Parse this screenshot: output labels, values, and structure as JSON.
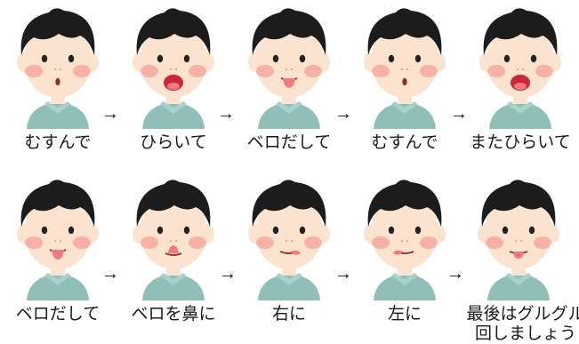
{
  "row1": [
    {
      "caption": "むすんで",
      "mouth": "closed"
    },
    {
      "caption": "ひらいて",
      "mouth": "open"
    },
    {
      "caption": "ベロだして",
      "mouth": "tongue"
    },
    {
      "caption": "むすんで",
      "mouth": "closed"
    },
    {
      "caption": "またひらいて",
      "mouth": "open"
    }
  ],
  "row2": [
    {
      "caption": "ベロだして",
      "mouth": "tongue"
    },
    {
      "caption": "ベロを鼻に",
      "mouth": "tongue-up"
    },
    {
      "caption": "右に",
      "mouth": "tongue-right"
    },
    {
      "caption": "左に",
      "mouth": "tongue-left"
    },
    {
      "caption": "最後はグルグル",
      "caption2": "回しましょう",
      "mouth": "tongue-round"
    }
  ],
  "arrow_glyph": "→",
  "colors": {
    "hair": "#1c1c1c",
    "skin": "#fbe3cf",
    "cheek": "#f6a8a0",
    "shirt": "#8fbfb8",
    "collar": "#a9d2cc",
    "mouth_open": "#c8283a",
    "tongue": "#f07a80"
  }
}
